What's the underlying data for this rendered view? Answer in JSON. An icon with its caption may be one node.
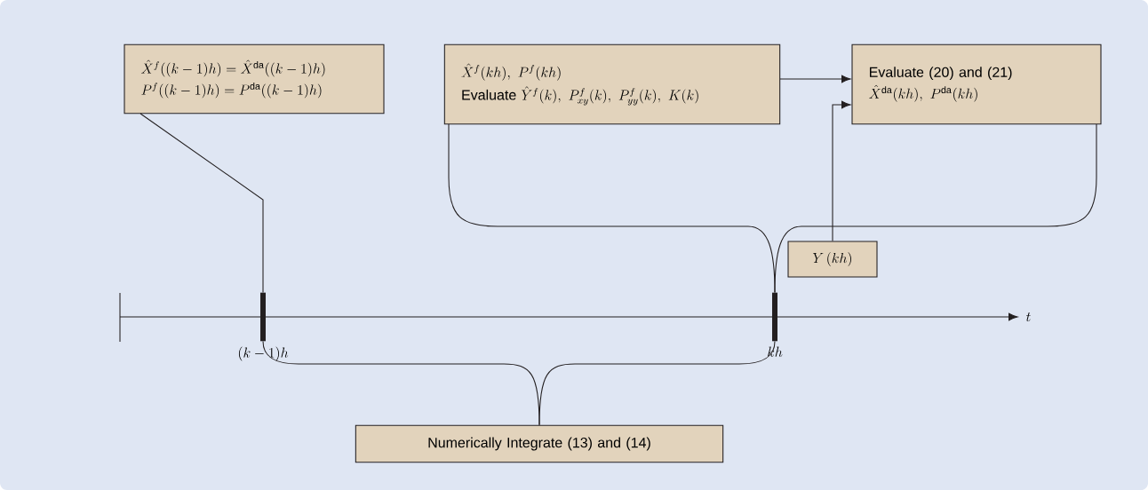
{
  "diagram": {
    "nodes": [
      {
        "text": [
          "\\hat{X}^{f}((k-1)h) = \\hat{X}^{\\mathrm{da}}((k-1)h)",
          "P^{f}((k-1)h) = P^{\\mathrm{da}}((k-1)h)"
        ]
      },
      {
        "text": [],
        "shape": "bar",
        "beside": [
          "(k-1)h"
        ]
      },
      {
        "text": [
          "\\hat{X}^{f}(kh),\\ P^{f}(kh)",
          "\\text{Evaluate }\\hat{Y}^{f}(k),\\ P^{f}_{xy}(k),\\ P^{f}_{yy}(k),\\ K(k)"
        ]
      },
      {
        "text": [
          "Evaluate (20) and (21)",
          "\\hat{X}^{\\mathrm{da}}(kh),\\ P^{\\mathrm{da}}(kh)"
        ]
      },
      {
        "text": [
          "Y\\,(kh)"
        ]
      },
      {
        "text": [],
        "shape": "bar",
        "beside": [
          "kh"
        ]
      },
      {
        "text": [
          "Numerically Integrate (13) and (14)"
        ]
      }
    ],
    "edges": [
      {
        "from": 0,
        "to": 1,
        "arrow": "none"
      },
      {
        "from": 2,
        "to": 3,
        "arrow": "to"
      },
      {
        "from": 4,
        "to": 3,
        "arrow": "to"
      },
      {
        "from": 2,
        "to": 5,
        "arrow": "none"
      },
      {
        "from": 3,
        "to": 5,
        "arrow": "none"
      },
      {
        "from": 1,
        "to": 6,
        "arrow": "none"
      },
      {
        "from": 5,
        "to": 6,
        "arrow": "none"
      }
    ],
    "labels": [
      "t"
    ]
  }
}
